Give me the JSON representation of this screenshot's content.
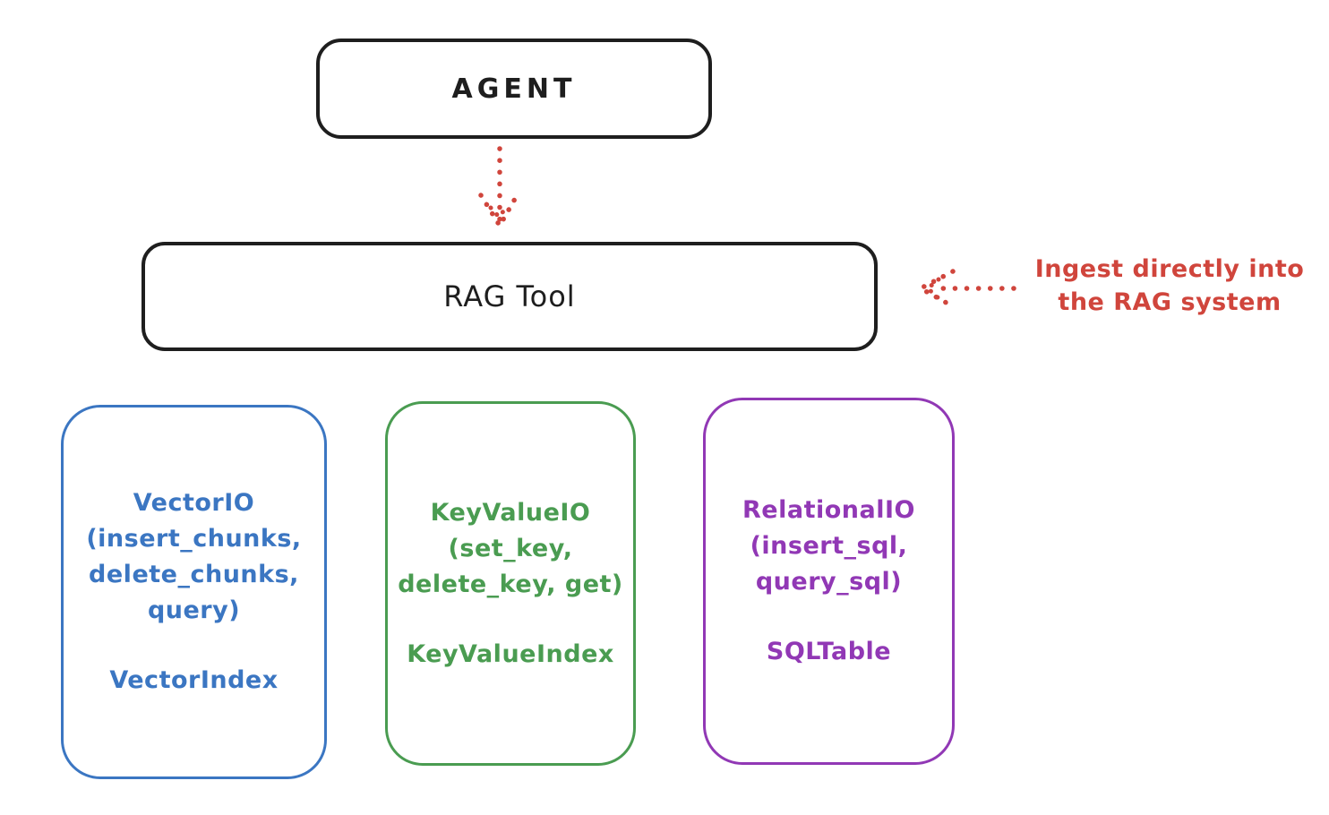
{
  "diagram": {
    "background": "#ffffff",
    "ink_color": "#1e1e1e",
    "accent_red": "#d0453c",
    "agent": {
      "label": "AGENT"
    },
    "rag_tool": {
      "label": "RAG Tool"
    },
    "annotation": {
      "line1": "Ingest directly into",
      "line2": "the RAG system",
      "color": "#d0453c"
    },
    "arrows": {
      "agent_to_rag": {
        "style": "dotted",
        "color": "#d0453c",
        "direction": "down"
      },
      "annotation_to_rag": {
        "style": "dotted",
        "color": "#d0453c",
        "direction": "left"
      }
    },
    "stores": [
      {
        "name": "vector-io",
        "color": "#3b76c2",
        "lines": [
          "VectorIO",
          "(insert_chunks,",
          "delete_chunks,",
          "query)"
        ],
        "index_label": "VectorIndex"
      },
      {
        "name": "keyvalue-io",
        "color": "#4a9c51",
        "lines": [
          "KeyValueIO",
          "(set_key,",
          "delete_key, get)"
        ],
        "index_label": "KeyValueIndex"
      },
      {
        "name": "relational-io",
        "color": "#9138b5",
        "lines": [
          "RelationalIO",
          "(insert_sql,",
          "query_sql)"
        ],
        "index_label": "SQLTable"
      }
    ]
  }
}
